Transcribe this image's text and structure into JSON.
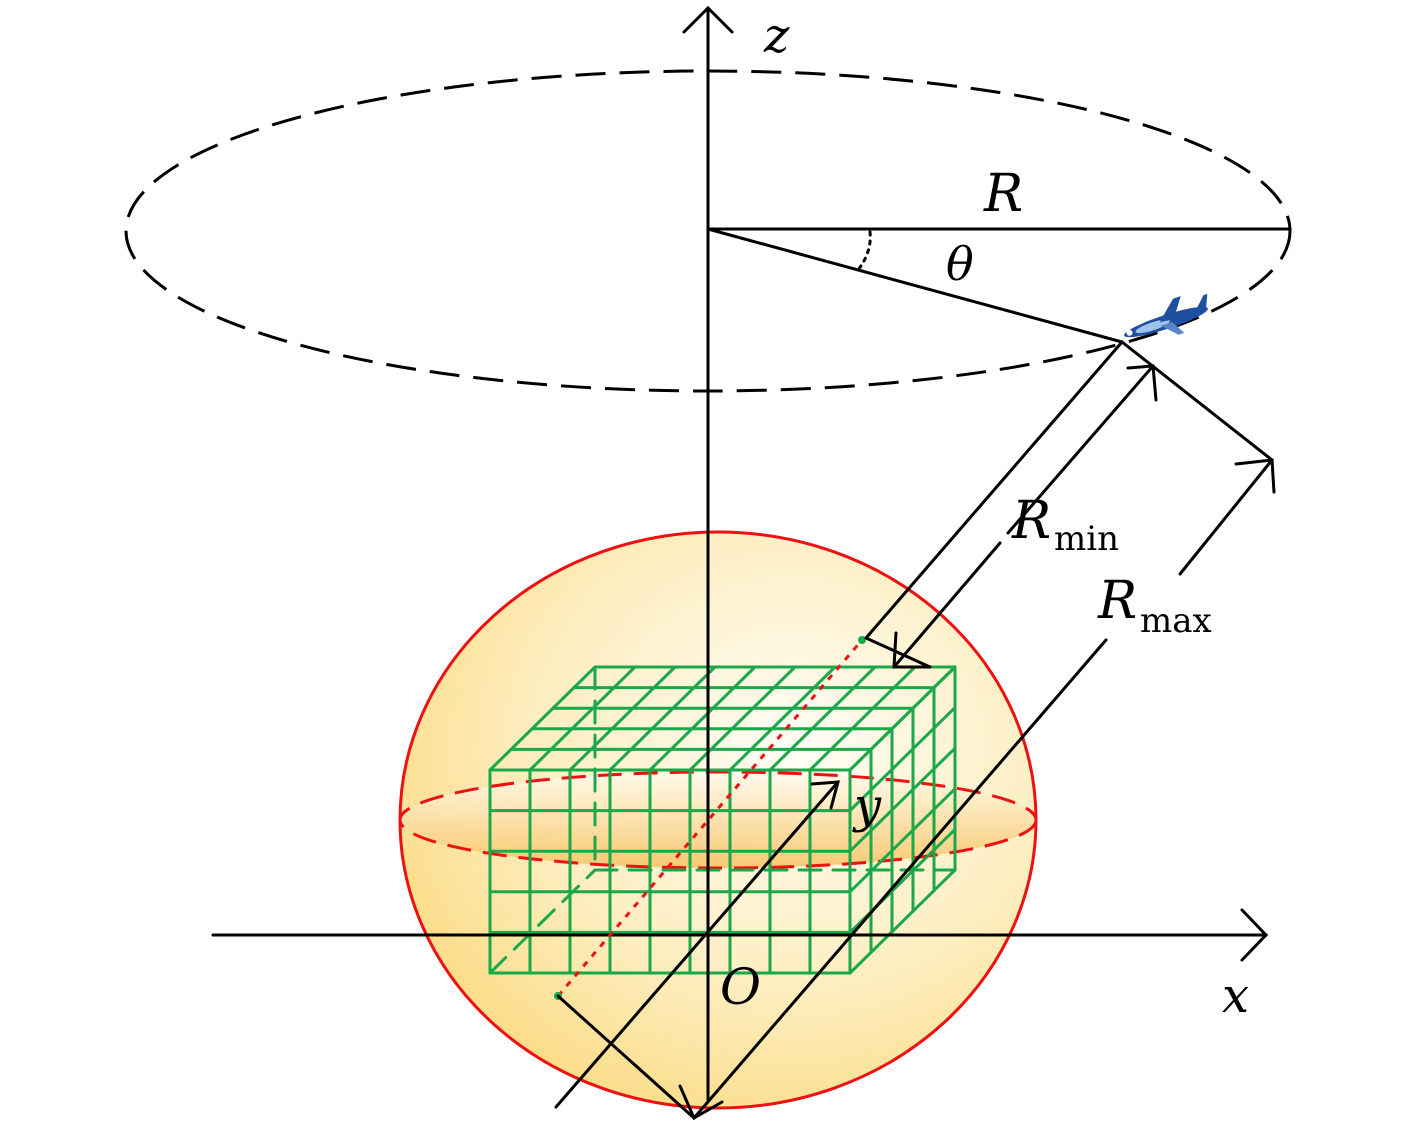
{
  "labels": {
    "z_axis": "z",
    "x_axis": "x",
    "y_axis": "y",
    "origin": "O",
    "radius": "R",
    "angle": "θ",
    "r_min_main": "R",
    "r_min_sub": "min",
    "r_max_main": "R",
    "r_max_sub": "max"
  },
  "colors": {
    "axis": "#000000",
    "orbit": "#000000",
    "ellipsoid_edge": "#ee1111",
    "ellipsoid_fill_center": "#fffdf6",
    "ellipsoid_fill_edge": "#fcd779",
    "grid": "#1aa84a",
    "diagonal": "#ee1111",
    "aircraft": "#1f4f9f"
  },
  "icons": {
    "aircraft": "aircraft-icon"
  },
  "grid": {
    "columns": 9,
    "rows": 5,
    "depth": 5
  }
}
